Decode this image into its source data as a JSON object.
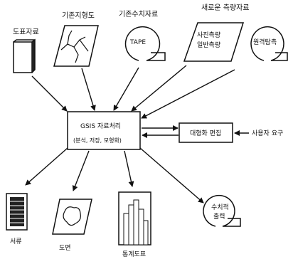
{
  "labels": {
    "map_data": "도표자료",
    "existing_map": "기존지형도",
    "existing_numeric": "기존수치자료",
    "tape": "TAPE",
    "new_survey": "새로운 측량자료",
    "photo_survey": "사진측량",
    "general_survey": "일반측량",
    "remote_sensing": "원격탐측",
    "gsis_title": "GSIS 자료처리",
    "gsis_sub": "(분석, 저장, 모형화)",
    "interactive_edit": "대형화 편집",
    "user_request": "사용자 요구",
    "document": "서류",
    "drawing": "도면",
    "stat_chart": "통계도표",
    "numeric_output_1": "수치적",
    "numeric_output_2": "출력"
  },
  "icons": [
    "document-stack-icon",
    "topographic-map-icon",
    "tape-reel-icon",
    "survey-card-icon",
    "remote-tape-icon",
    "report-icon",
    "map-sheet-icon",
    "bar-chart-icon",
    "output-tape-icon"
  ]
}
